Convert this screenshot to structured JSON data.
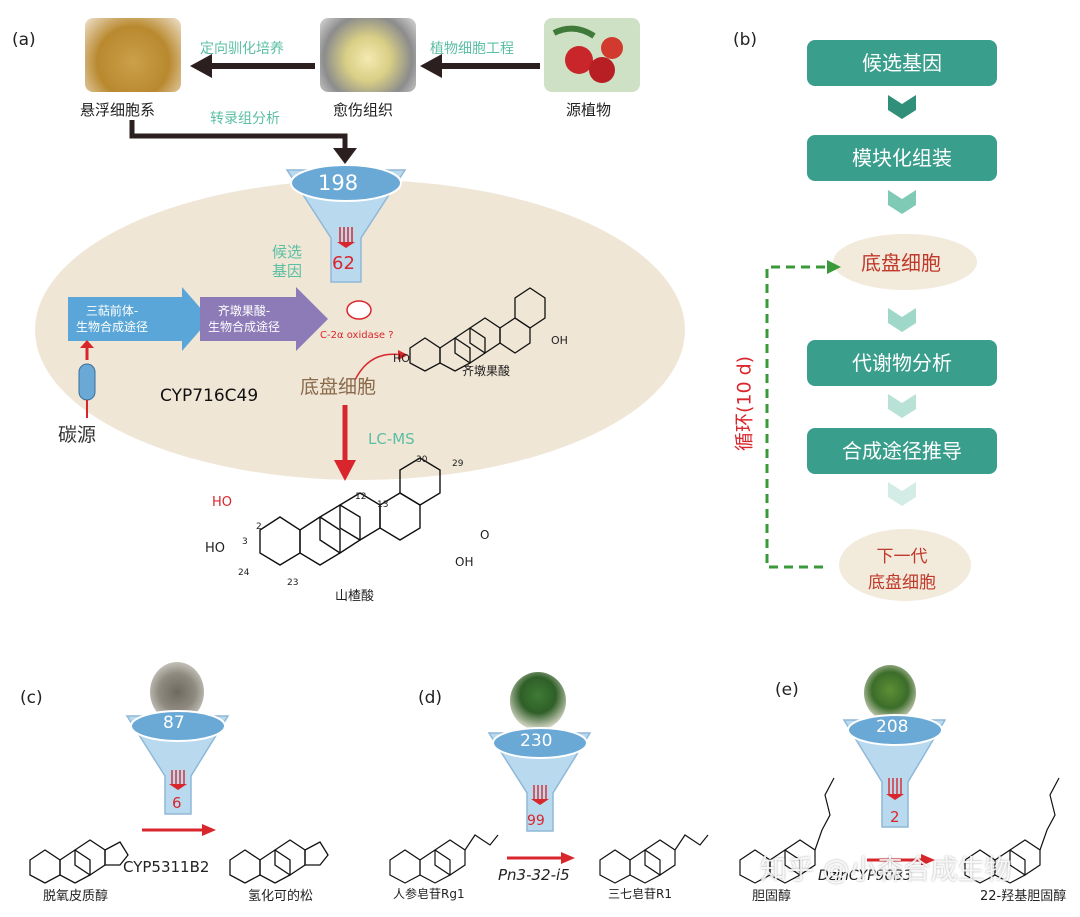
{
  "panel_a": {
    "label": "(a)",
    "suspension": "悬浮细胞系",
    "callus": "愈伤组织",
    "source_plant": "源植物",
    "arrow1_text": "定向驯化培养",
    "arrow2_text": "植物细胞工程",
    "transcriptome": "转录组分析",
    "funnel_top": "198",
    "funnel_bottom": "62",
    "candidate_gene": "候选\n基因",
    "terpene_precursor": "三萜前体-\n生物合成途径",
    "oleanolic_path": "齐墩果酸-\n生物合成途径",
    "oxidase": "C-2α oxidase ?",
    "chassis": "底盘细胞",
    "oleanolic": "齐墩果酸",
    "enzyme": "CYP716C49",
    "carbon": "碳源",
    "lcms": "LC-MS",
    "maslinic": "山楂酸",
    "atoms": {
      "ho": "HO",
      "ho2": "HO",
      "oh": "OH",
      "o": "O",
      "n2": "2",
      "n3": "3",
      "n12": "12",
      "n13": "13",
      "n23": "23",
      "n24": "24",
      "n29": "29",
      "n30": "30"
    }
  },
  "panel_b": {
    "label": "(b)",
    "steps": [
      "候选基因",
      "模块化组装",
      "底盘细胞",
      "代谢物分析",
      "合成途径推导",
      "下一代\n底盘细胞"
    ],
    "cycle": "循环(10 d)"
  },
  "panel_c": {
    "label": "(c)",
    "funnel_top": "87",
    "funnel_bottom": "6",
    "enzyme": "CYP5311B2",
    "left": "脱氧皮质醇",
    "right": "氢化可的松"
  },
  "panel_d": {
    "label": "(d)",
    "funnel_top": "230",
    "funnel_bottom": "99",
    "enzyme": "Pn3-32-i5",
    "left": "人参皂苷Rg1",
    "right": "三七皂苷R1"
  },
  "panel_e": {
    "label": "(e)",
    "funnel_top": "208",
    "funnel_bottom": "2",
    "enzyme": "DzinCYP90B3",
    "left": "胆固醇",
    "right": "22-羟基胆固醇"
  },
  "watermark": "知乎 @小森合成生物"
}
